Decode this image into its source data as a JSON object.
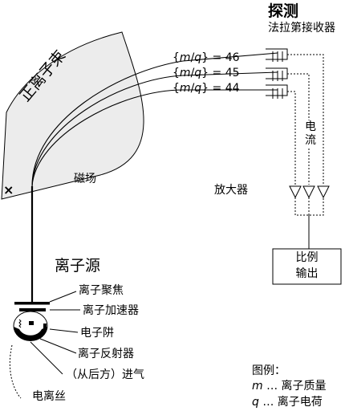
{
  "detector": {
    "title": "探测",
    "subtitle": "法拉第接收器"
  },
  "beams": [
    {
      "pre": "{",
      "m": "m",
      "slash": "/",
      "q": "q",
      "post": "} = ",
      "value": "46"
    },
    {
      "pre": "{",
      "m": "m",
      "slash": "/",
      "q": "q",
      "post": "} = ",
      "value": "45"
    },
    {
      "pre": "{",
      "m": "m",
      "slash": "/",
      "q": "q",
      "post": "} = ",
      "value": "44"
    }
  ],
  "beam_label": "正离子束",
  "magnetic_field_label": "磁场",
  "magnetic_field_symbol": "×",
  "current_label": "电流",
  "amplifier_label": "放大器",
  "ratio_box": {
    "line1": "比例",
    "line2": "输出"
  },
  "ion_source": {
    "title": "离子源",
    "parts": [
      "离子聚焦",
      "离子加速器",
      "电子阱",
      "离子反射器",
      "（从后方）进气",
      "电离丝"
    ]
  },
  "legend": {
    "title": "图例：",
    "items": [
      {
        "symbol": "m",
        "sep": " … ",
        "text": "离子质量"
      },
      {
        "symbol": "q",
        "sep": " … ",
        "text": "离子电荷"
      }
    ]
  }
}
